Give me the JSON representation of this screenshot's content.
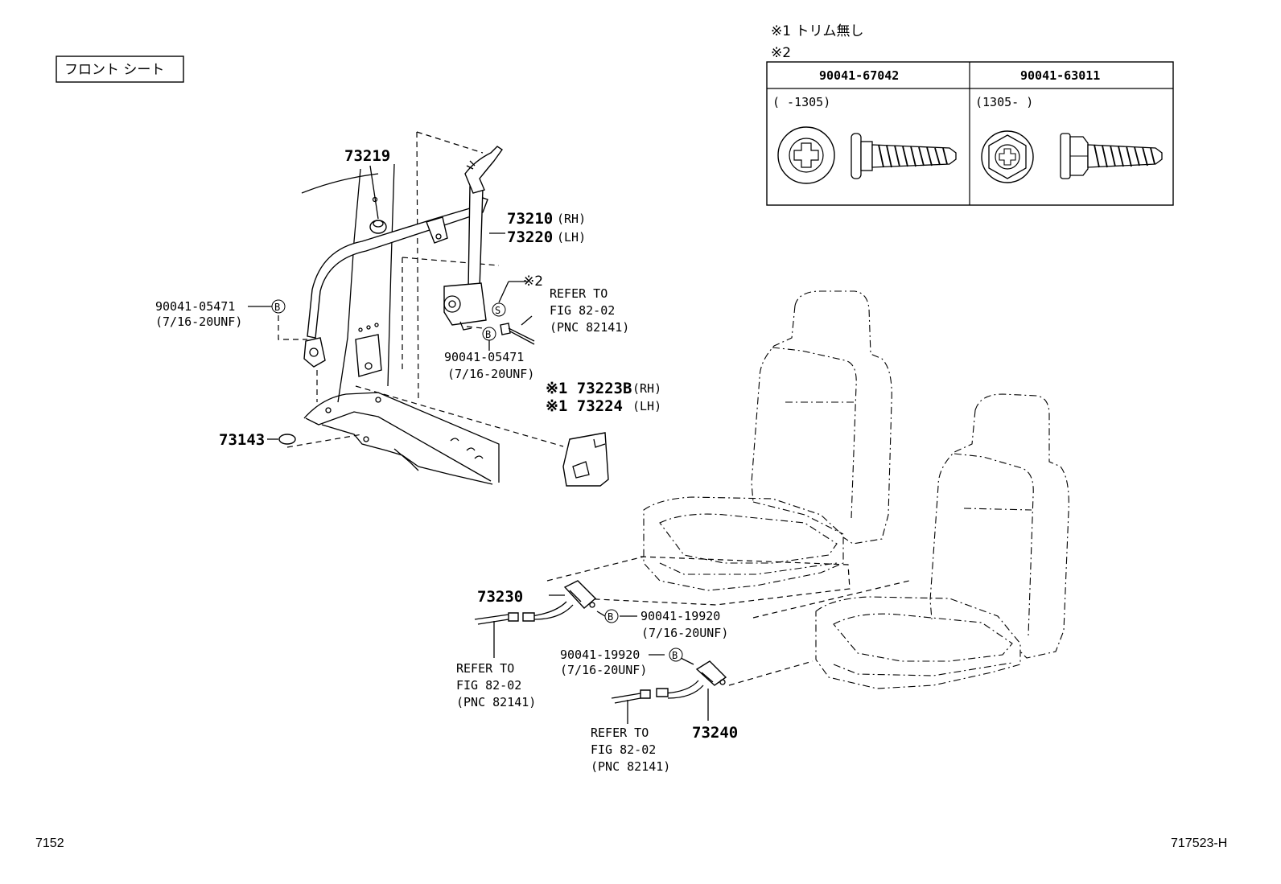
{
  "header": {
    "title": "フロント シート",
    "note1": "※1 トリム無し",
    "note2": "※2"
  },
  "bolt_table": {
    "columns": [
      {
        "part_no": "90041-67042",
        "range": "(      -1305)"
      },
      {
        "part_no": "90041-63011",
        "range": "(1305-      )"
      }
    ]
  },
  "callouts": {
    "p73219": "73219",
    "p73210": "73210",
    "p73210_side": "(RH)",
    "p73220": "73220",
    "p73220_side": "(LH)",
    "bolt_a": "90041-05471",
    "bolt_a_spec": "(7/16-20UNF)",
    "mark_b": "B",
    "mark_s": "S",
    "note2_ref": "※2",
    "refer1": "REFER TO",
    "refer2": "FIG 82-02",
    "refer3": "(PNC 82141)",
    "bolt_b": "90041-05471",
    "bolt_b_spec": "(7/16-20UNF)",
    "p73223b": "※1 73223B",
    "p73223b_side": "(RH)",
    "p73224": "※1 73224",
    "p73224_side": "(LH)",
    "p73143": "73143",
    "p73230": "73230",
    "bolt_c": "90041-19920",
    "bolt_c_spec": "(7/16-20UNF)",
    "bolt_d": "90041-19920",
    "bolt_d_spec": "(7/16-20UNF)",
    "p73240": "73240"
  },
  "footer": {
    "page": "7152",
    "fig_id": "717523-H"
  }
}
